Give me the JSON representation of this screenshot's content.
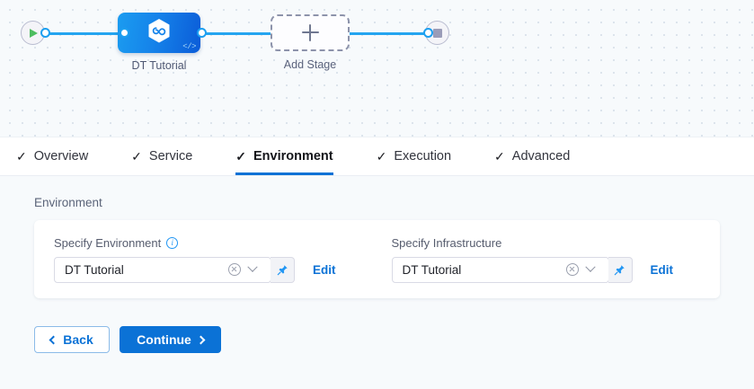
{
  "canvas": {
    "start_node": {
      "name": "start-node",
      "icon": "play-icon"
    },
    "end_node": {
      "name": "end-node",
      "icon": "stop-icon"
    },
    "stage": {
      "label": "DT Tutorial",
      "icon": "harness-hexagon-icon",
      "badge": "</>"
    },
    "add_stage": {
      "label": "Add Stage",
      "icon": "plus-icon"
    }
  },
  "tabs": [
    {
      "label": "Overview",
      "check": "✓",
      "active": false
    },
    {
      "label": "Service",
      "check": "✓",
      "active": false
    },
    {
      "label": "Environment",
      "check": "✓",
      "active": true
    },
    {
      "label": "Execution",
      "check": "✓",
      "active": false
    },
    {
      "label": "Advanced",
      "check": "✓",
      "active": false
    }
  ],
  "content": {
    "section_title": "Environment",
    "environment_field": {
      "label": "Specify Environment",
      "info_icon": "i",
      "value": "DT Tutorial",
      "clear_icon": "clear-icon",
      "chevron_icon": "chevron-down-icon",
      "pin_icon": "pin-icon",
      "edit_label": "Edit"
    },
    "infrastructure_field": {
      "label": "Specify Infrastructure",
      "value": "DT Tutorial",
      "clear_icon": "clear-icon",
      "chevron_icon": "chevron-down-icon",
      "pin_icon": "pin-icon",
      "edit_label": "Edit"
    }
  },
  "footer": {
    "back_label": "Back",
    "continue_label": "Continue"
  },
  "colors": {
    "accent_blue": "#0b72d6",
    "edge_blue": "#24a5f0",
    "canvas_bg": "#f7fafc",
    "play_green": "#4dbd5f"
  }
}
